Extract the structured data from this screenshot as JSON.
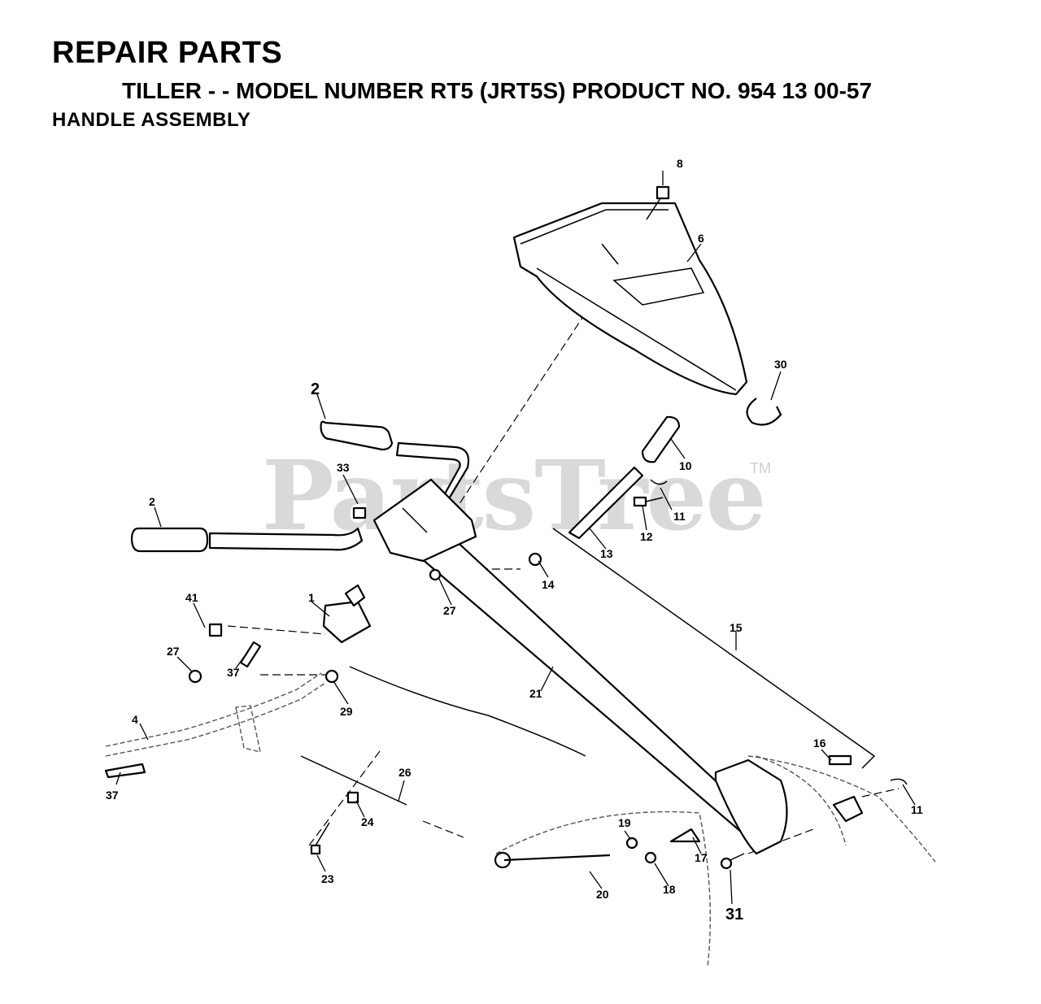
{
  "header": {
    "title": "REPAIR PARTS",
    "subtitle": "TILLER - - MODEL NUMBER RT5 (JRT5S) PRODUCT NO. 954 13 00-57",
    "section": "HANDLE ASSEMBLY"
  },
  "watermark": {
    "text": "PartsTree",
    "trademark": "TM"
  },
  "callouts": [
    {
      "id": "c1",
      "label": "1"
    },
    {
      "id": "c2a",
      "label": "2"
    },
    {
      "id": "c2b",
      "label": "2"
    },
    {
      "id": "c4",
      "label": "4"
    },
    {
      "id": "c6",
      "label": "6"
    },
    {
      "id": "c8",
      "label": "8"
    },
    {
      "id": "c10",
      "label": "10"
    },
    {
      "id": "c11a",
      "label": "11"
    },
    {
      "id": "c11b",
      "label": "11"
    },
    {
      "id": "c12",
      "label": "12"
    },
    {
      "id": "c13",
      "label": "13"
    },
    {
      "id": "c14",
      "label": "14"
    },
    {
      "id": "c15",
      "label": "15"
    },
    {
      "id": "c16",
      "label": "16"
    },
    {
      "id": "c17",
      "label": "17"
    },
    {
      "id": "c18",
      "label": "18"
    },
    {
      "id": "c19",
      "label": "19"
    },
    {
      "id": "c20",
      "label": "20"
    },
    {
      "id": "c21",
      "label": "21"
    },
    {
      "id": "c23",
      "label": "23"
    },
    {
      "id": "c24",
      "label": "24"
    },
    {
      "id": "c26",
      "label": "26"
    },
    {
      "id": "c27a",
      "label": "27"
    },
    {
      "id": "c27b",
      "label": "27"
    },
    {
      "id": "c29",
      "label": "29"
    },
    {
      "id": "c30",
      "label": "30"
    },
    {
      "id": "c31",
      "label": "31"
    },
    {
      "id": "c33",
      "label": "33"
    },
    {
      "id": "c37a",
      "label": "37"
    },
    {
      "id": "c37b",
      "label": "37"
    },
    {
      "id": "c41",
      "label": "41"
    }
  ]
}
